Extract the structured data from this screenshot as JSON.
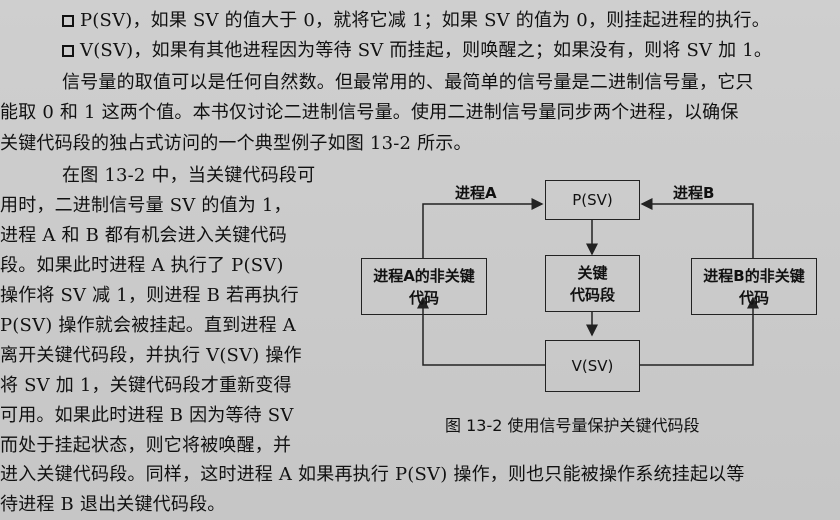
{
  "text": {
    "bullet1": "P(SV)，如果 SV 的值大于 0，就将它减 1；如果 SV 的值为 0，则挂起进程的执行。",
    "bullet2": "V(SV)，如果有其他进程因为等待 SV 而挂起，则唤醒之；如果没有，则将 SV 加 1。",
    "para1": [
      "信号量的取值可以是任何自然数。但最常用的、最简单的信号量是二进制信号量，它只",
      "能取 0 和 1 这两个值。本书仅讨论二进制信号量。使用二进制信号量同步两个进程，以确保",
      "关键代码段的独占式访问的一个典型例子如图 13-2 所示。"
    ],
    "para2_left": [
      "在图 13-2 中，当关键代码段可",
      "用时，二进制信号量 SV 的值为 1，",
      "进程 A 和 B 都有机会进入关键代码",
      "段。如果此时进程 A 执行了 P(SV)",
      "操作将 SV 减 1，则进程 B 若再执行",
      "P(SV) 操作就会被挂起。直到进程 A",
      "离开关键代码段，并执行 V(SV) 操作",
      "将 SV 加 1，关键代码段才重新变得",
      "可用。如果此时进程 B 因为等待 SV",
      "而处于挂起状态，则它将被唤醒，并"
    ],
    "para2_tail": [
      "进入关键代码段。同样，这时进程 A 如果再执行 P(SV) 操作，则也只能被操作系统挂起以等",
      "待进程 B 退出关键代码段。"
    ]
  },
  "figure": {
    "label_a": "进程A",
    "label_b": "进程B",
    "box_p": "P(SV)",
    "box_critical_1": "关键",
    "box_critical_2": "代码段",
    "box_a_1": "进程A的非关键",
    "box_a_2": "代码",
    "box_b_1": "进程B的非关键",
    "box_b_2": "代码",
    "box_v": "V(SV)",
    "caption": "图 13-2    使用信号量保护关键代码段"
  }
}
